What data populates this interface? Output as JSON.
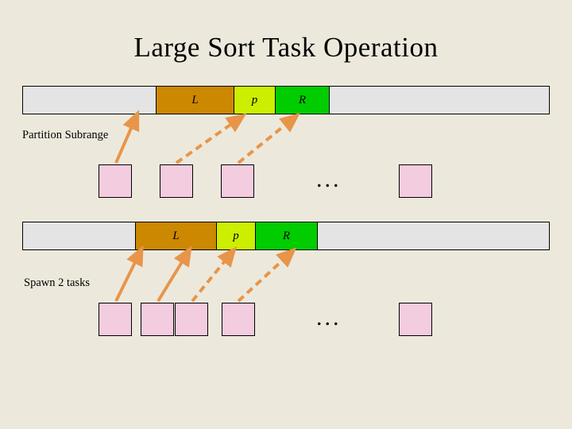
{
  "slide": {
    "title": "Large Sort Task Operation",
    "background_color": "#ece9dc"
  },
  "colors": {
    "bar_empty": "#e4e4e4",
    "bar_left_top": "#cc8800",
    "bar_pivot_top": "#ccee00",
    "bar_right_top": "#00cc00",
    "bar_left_bottom": "#cc8800",
    "bar_pivot_bottom": "#ccee00",
    "bar_right_bottom": "#00cc00",
    "cell_fill": "#f4ccdf",
    "arrow": "#e8954a",
    "outline": "#000000"
  },
  "captions": {
    "partition": "Partition Subrange",
    "spawn": "Spawn 2 tasks"
  },
  "bars": [
    {
      "name": "top-bar",
      "segments": [
        {
          "label": "",
          "color_key": "bar_empty"
        },
        {
          "label": "L",
          "color_key": "bar_left_top"
        },
        {
          "label": "p",
          "color_key": "bar_pivot_top"
        },
        {
          "label": "R",
          "color_key": "bar_right_top"
        },
        {
          "label": "",
          "color_key": "bar_empty"
        }
      ]
    },
    {
      "name": "bottom-bar",
      "segments": [
        {
          "label": "",
          "color_key": "bar_empty"
        },
        {
          "label": "L",
          "color_key": "bar_left_bottom"
        },
        {
          "label": "p",
          "color_key": "bar_pivot_bottom"
        },
        {
          "label": "R",
          "color_key": "bar_right_bottom"
        },
        {
          "label": "",
          "color_key": "bar_empty"
        }
      ]
    }
  ],
  "rows": {
    "top_cells": {
      "count": 4,
      "ellipsis": "..."
    },
    "bottom_cells": {
      "count": 5,
      "ellipsis": "..."
    }
  }
}
